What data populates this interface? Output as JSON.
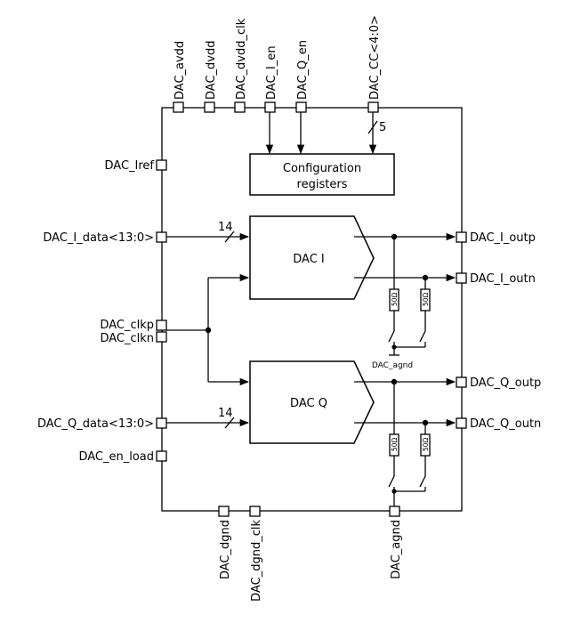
{
  "pins": {
    "top": [
      "DAC_avdd",
      "DAC_dvdd",
      "DAC_dvdd_clk",
      "DAC_I_en",
      "DAC_Q_en",
      "DAC_CC<4:0>"
    ],
    "left": [
      "DAC_Iref",
      "DAC_I_data<13:0>",
      "DAC_clkp",
      "DAC_clkn",
      "DAC_Q_data<13:0>",
      "DAC_en_load"
    ],
    "right": [
      "DAC_I_outp",
      "DAC_I_outn",
      "DAC_Q_outp",
      "DAC_Q_outn"
    ],
    "bottom": [
      "DAC_dgnd",
      "DAC_dgnd_clk",
      "DAC_agnd"
    ]
  },
  "blocks": {
    "config": [
      "Configuration",
      "registers"
    ],
    "dac_i": "DAC I",
    "dac_q": "DAC Q"
  },
  "bus_widths": {
    "cc": "5",
    "i_data": "14",
    "q_data": "14"
  },
  "resistors": [
    "50Ω",
    "50Ω",
    "50Ω",
    "50Ω"
  ],
  "gnd_label": "DAC_agnd"
}
